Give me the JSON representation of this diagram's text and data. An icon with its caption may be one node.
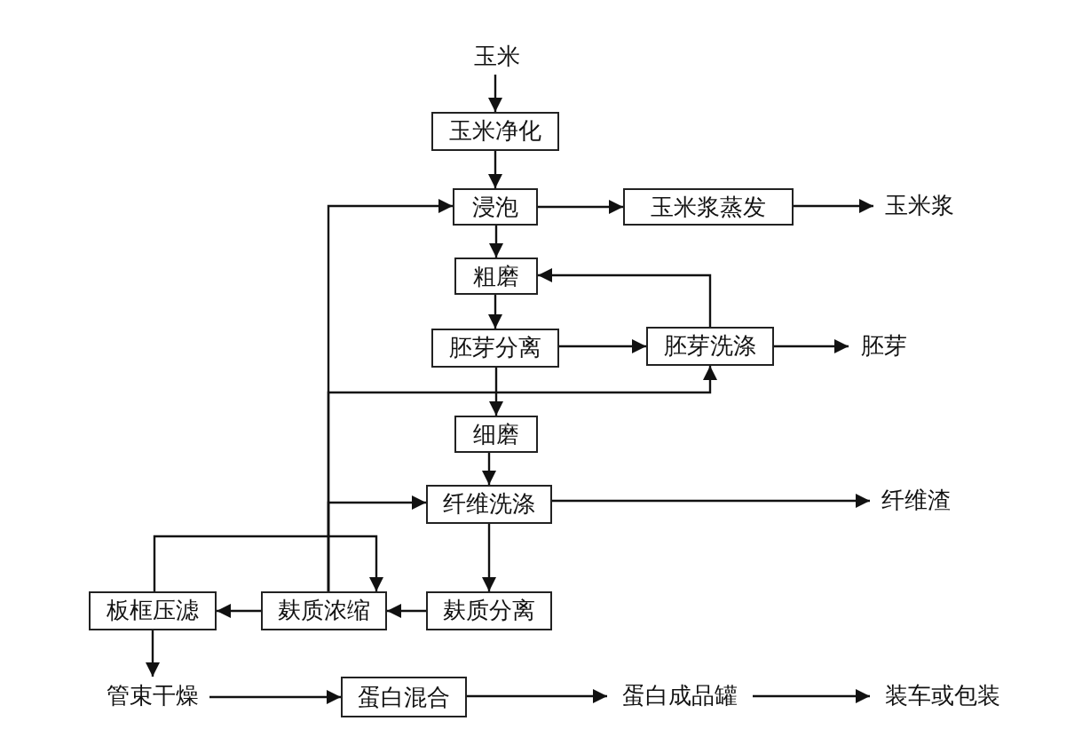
{
  "diagram": {
    "nodes": [
      {
        "text": [
          "玉米"
        ]
      },
      {
        "text": [
          "玉米净化"
        ]
      },
      {
        "text": [
          "浸泡"
        ]
      },
      {
        "text": [
          "玉米浆蒸发"
        ]
      },
      {
        "text": [
          "玉米浆"
        ]
      },
      {
        "text": [
          "粗磨"
        ]
      },
      {
        "text": [
          "胚芽分离"
        ]
      },
      {
        "text": [
          "胚芽洗涤"
        ]
      },
      {
        "text": [
          "胚芽"
        ]
      },
      {
        "text": [
          "细磨"
        ]
      },
      {
        "text": [
          "纤维洗涤"
        ]
      },
      {
        "text": [
          "纤维渣"
        ]
      },
      {
        "text": [
          "麸质分离"
        ]
      },
      {
        "text": [
          "麸质浓缩"
        ]
      },
      {
        "text": [
          "板框压滤"
        ]
      },
      {
        "text": [
          "管束干燥"
        ]
      },
      {
        "text": [
          "蛋白混合"
        ]
      },
      {
        "text": [
          "蛋白成品罐"
        ]
      },
      {
        "text": [
          "装车或包装"
        ]
      }
    ],
    "edges": [
      {
        "from": 0,
        "to": 1,
        "arrow": "to"
      },
      {
        "from": 1,
        "to": 2,
        "arrow": "to"
      },
      {
        "from": 2,
        "to": 3,
        "arrow": "to"
      },
      {
        "from": 3,
        "to": 4,
        "arrow": "to"
      },
      {
        "from": 2,
        "to": 5,
        "arrow": "to"
      },
      {
        "from": 5,
        "to": 6,
        "arrow": "to"
      },
      {
        "from": 6,
        "to": 7,
        "arrow": "to"
      },
      {
        "from": 7,
        "to": 8,
        "arrow": "to"
      },
      {
        "from": 7,
        "to": 5,
        "arrow": "to"
      },
      {
        "from": 6,
        "to": 9,
        "arrow": "to"
      },
      {
        "from": 9,
        "to": 10,
        "arrow": "to"
      },
      {
        "from": 10,
        "to": 11,
        "arrow": "to"
      },
      {
        "from": 10,
        "to": 12,
        "arrow": "to"
      },
      {
        "from": 12,
        "to": 13,
        "arrow": "to"
      },
      {
        "from": 13,
        "to": 14,
        "arrow": "to"
      },
      {
        "from": 14,
        "to": 15,
        "arrow": "to"
      },
      {
        "from": 15,
        "to": 16,
        "arrow": "to"
      },
      {
        "from": 16,
        "to": 17,
        "arrow": "to"
      },
      {
        "from": 17,
        "to": 18,
        "arrow": "to"
      },
      {
        "from": 13,
        "to": 2,
        "arrow": "to"
      },
      {
        "from": 13,
        "to": 7,
        "arrow": "to"
      },
      {
        "from": 13,
        "to": 10,
        "arrow": "to"
      },
      {
        "from": 14,
        "to": 13,
        "arrow": "to"
      }
    ]
  }
}
